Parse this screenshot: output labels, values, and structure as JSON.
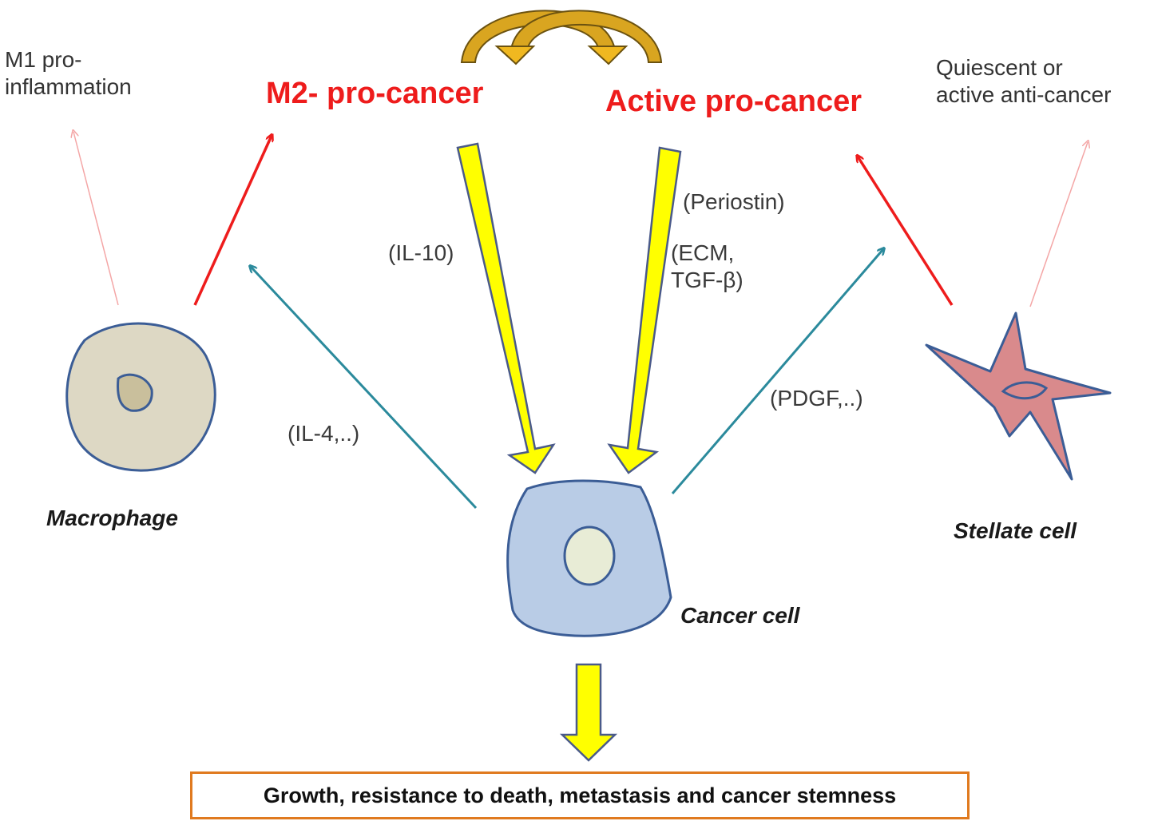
{
  "labels": {
    "m1": [
      "M1 pro-",
      "inflammation"
    ],
    "m2": "M2- pro-cancer",
    "active": "Active pro-cancer",
    "quiescent": [
      "Quiescent or",
      "active anti-cancer"
    ],
    "il10": "(IL-10)",
    "periostin": "(Periostin)",
    "ecm": [
      "(ECM,",
      "TGF-β)"
    ],
    "il4": "(IL-4,..)",
    "pdgf": "(PDGF,..)",
    "macrophage": "Macrophage",
    "stellate": "Stellate cell",
    "cancer": "Cancer cell",
    "outcome": "Growth, resistance to death, metastasis and cancer stemness"
  },
  "colors": {
    "red_text": "#ee1c1c",
    "red_arrow": "#ee1c1c",
    "pale_arrow": "#f4a6a6",
    "teal_arrow": "#2b8a9c",
    "yellow_fill": "#ffff00",
    "yellow_stroke": "#4a5a8a",
    "gold_arrow": "#d9a520",
    "macrophage_fill": "#ddd8c4",
    "macrophage_stroke": "#3b5d96",
    "nucleus_fill": "#c9bf9c",
    "cancer_fill": "#b9cce6",
    "cancer_nucleus": "#e8ecd6",
    "stellate_fill": "#d98a8c",
    "box_border": "#e07a1f"
  }
}
